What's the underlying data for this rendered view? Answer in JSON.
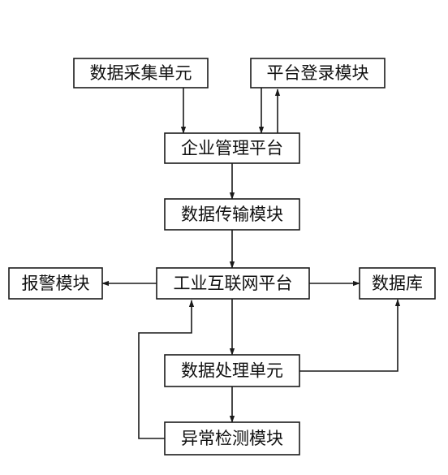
{
  "nodes": {
    "data_collection": "数据采集单元",
    "platform_login": "平台登录模块",
    "enterprise_platform": "企业管理平台",
    "data_transmission": "数据传输模块",
    "industrial_internet": "工业互联网平台",
    "alarm": "报警模块",
    "database": "数据库",
    "data_processing": "数据处理单元",
    "anomaly_detection": "异常检测模块"
  },
  "colors": {
    "stroke": "#1a1a1a",
    "text": "#111111",
    "background": "#ffffff"
  }
}
